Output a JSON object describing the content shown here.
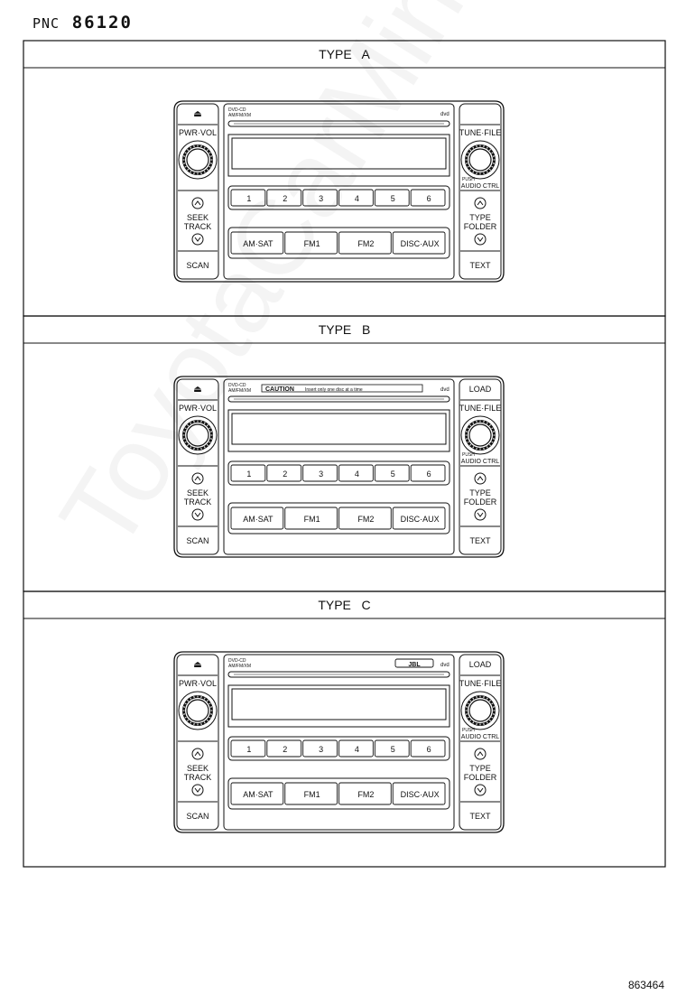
{
  "header": {
    "prefix": "PNC",
    "number": "86120"
  },
  "figure_id": "863464",
  "watermark": "ToyotaCarMine.ru",
  "types": [
    {
      "title": "TYPE   A",
      "has_load": false,
      "has_caution": false,
      "has_brand": false,
      "model_small_1": "DVD-CD",
      "model_small_2": "AM/FM/XM",
      "disc_mark": "dvd"
    },
    {
      "title": "TYPE   B",
      "has_load": true,
      "has_caution": true,
      "has_brand": false,
      "model_small_1": "DVD-CD",
      "model_small_2": "AM/FM/XM",
      "disc_mark": "dvd",
      "caution_word": "CAUTION",
      "caution_rest": "Insert only one disc at a time"
    },
    {
      "title": "TYPE   C",
      "has_load": true,
      "has_caution": false,
      "has_brand": true,
      "model_small_1": "DVD-CD",
      "model_small_2": "AM/FM/XM",
      "disc_mark": "dvd",
      "brand": "JBL"
    }
  ],
  "radio": {
    "eject": "⏏",
    "load": "LOAD",
    "pwr_vol": "PWR·VOL",
    "tune_file": "TUNE·FILE",
    "push_text": "PUSH",
    "audio_ctrl": "AUDIO CTRL",
    "seek": "SEEK",
    "track": "TRACK",
    "type_label": "TYPE",
    "folder": "FOLDER",
    "scan": "SCAN",
    "text": "TEXT",
    "presets": [
      "1",
      "2",
      "3",
      "4",
      "5",
      "6"
    ],
    "bands": [
      "AM·SAT",
      "FM1",
      "FM2",
      "DISC·AUX"
    ]
  }
}
